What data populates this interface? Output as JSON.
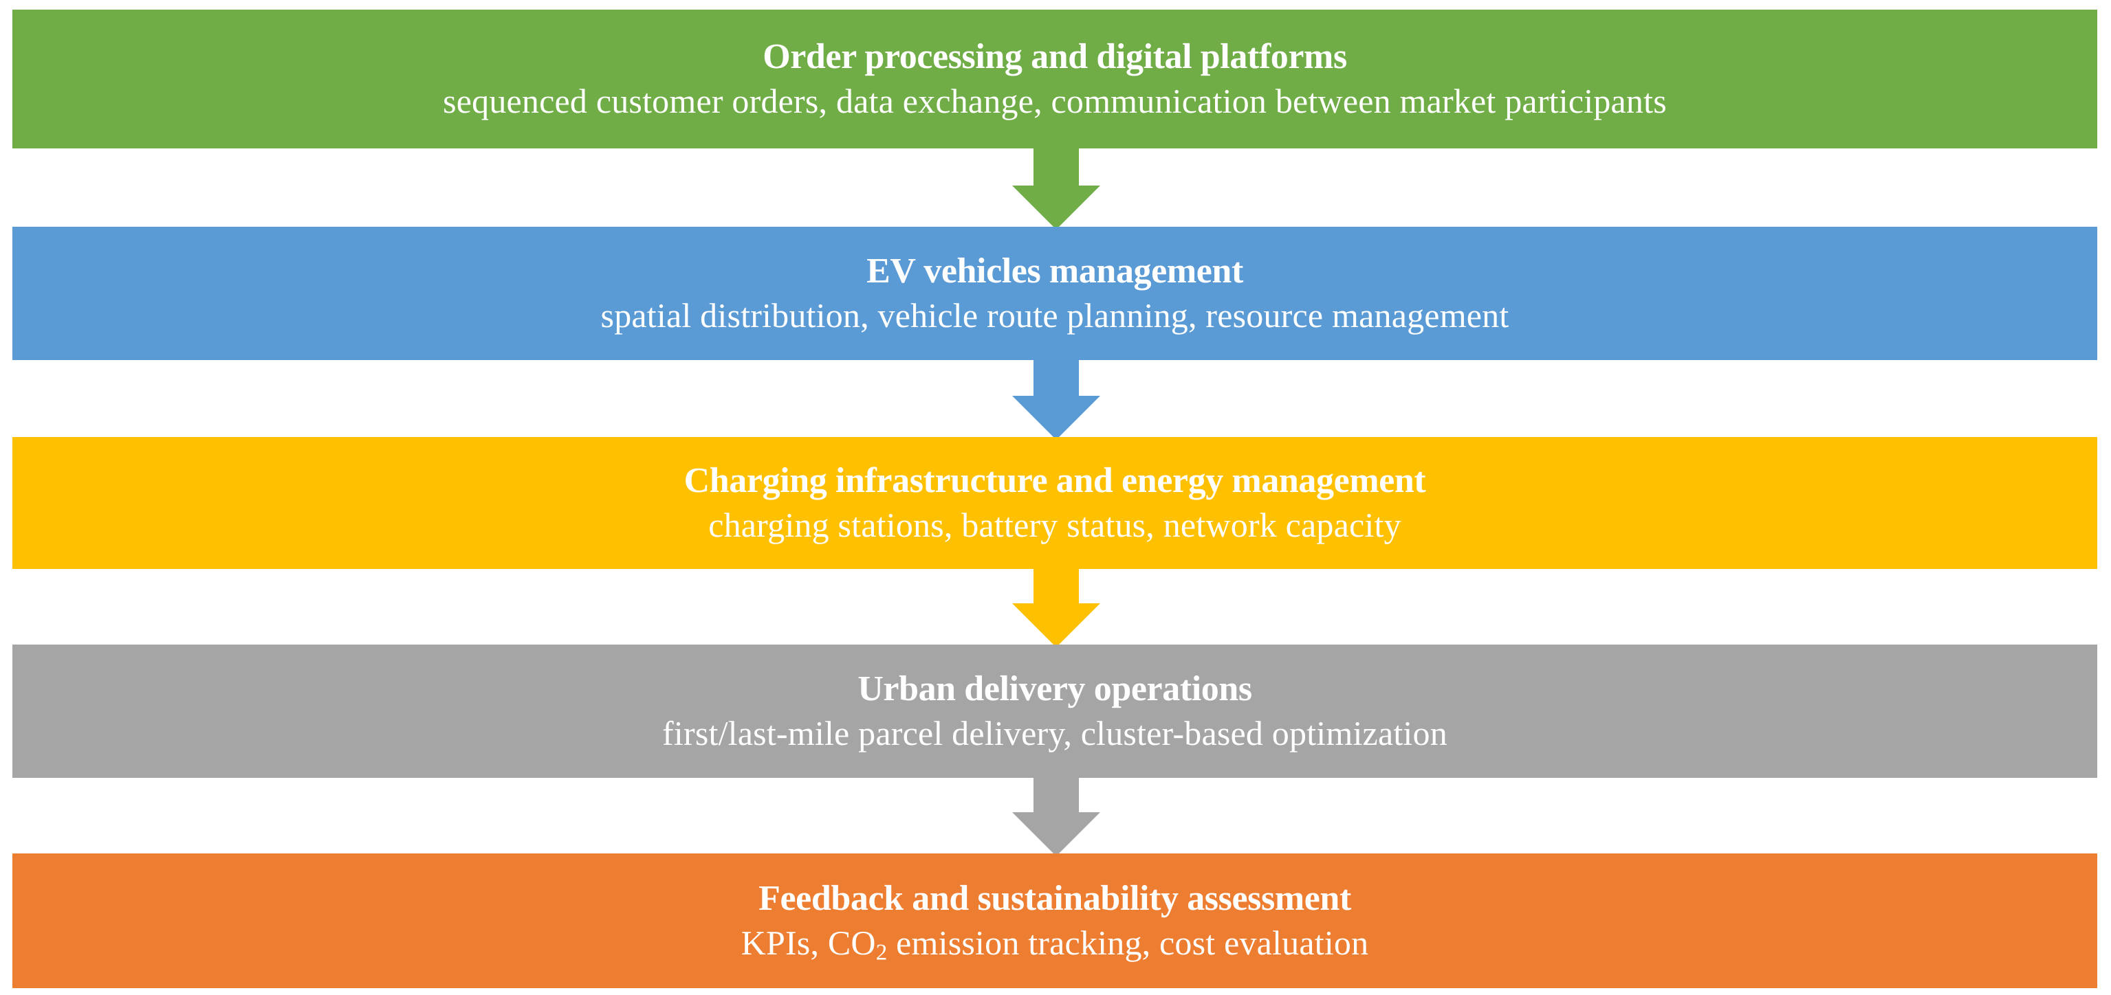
{
  "diagram": {
    "name": "urban-ev-logistics-process-flow",
    "orientation": "top-to-bottom",
    "stage_count": 5,
    "stages": [
      {
        "id": "order-processing",
        "title": "Order processing and digital platforms",
        "subtitle": "sequenced customer orders, data exchange, communication between market participants",
        "color": "#70AD47",
        "text_color": "#FFFFFF"
      },
      {
        "id": "ev-vehicles",
        "title": "EV vehicles management",
        "subtitle": "spatial distribution, vehicle route planning, resource management",
        "color": "#5B9BD5",
        "text_color": "#FFFFFF"
      },
      {
        "id": "charging-infrastructure",
        "title": "Charging infrastructure and energy management",
        "subtitle": "charging stations, battery status, network capacity",
        "color": "#FFC000",
        "text_color": "#FFFFFF"
      },
      {
        "id": "urban-delivery",
        "title": "Urban delivery operations",
        "subtitle": "first/last-mile parcel delivery, cluster-based optimization",
        "color": "#A5A5A5",
        "text_color": "#FFFFFF"
      },
      {
        "id": "feedback-sustainability",
        "title": "Feedback and sustainability assessment",
        "subtitle_prefix": "KPIs, CO",
        "subtitle_sub": "2",
        "subtitle_suffix": " emission tracking, cost evaluation",
        "subtitle": "KPIs, CO2 emission tracking, cost evaluation",
        "color": "#ED7D31",
        "text_color": "#FFFFFF"
      }
    ],
    "connectors": [
      {
        "id": "arrow-order-to-ev",
        "from": "order-processing",
        "to": "ev-vehicles",
        "color": "#70AD47",
        "glyph": "down-arrow"
      },
      {
        "id": "arrow-ev-to-charging",
        "from": "ev-vehicles",
        "to": "charging-infrastructure",
        "color": "#5B9BD5",
        "glyph": "down-arrow"
      },
      {
        "id": "arrow-charging-to-urban",
        "from": "charging-infrastructure",
        "to": "urban-delivery",
        "color": "#FFC000",
        "glyph": "down-arrow"
      },
      {
        "id": "arrow-urban-to-feedback",
        "from": "urban-delivery",
        "to": "feedback-sustainability",
        "color": "#A5A5A5",
        "glyph": "down-arrow"
      }
    ],
    "background_color": "#FFFFFF"
  }
}
